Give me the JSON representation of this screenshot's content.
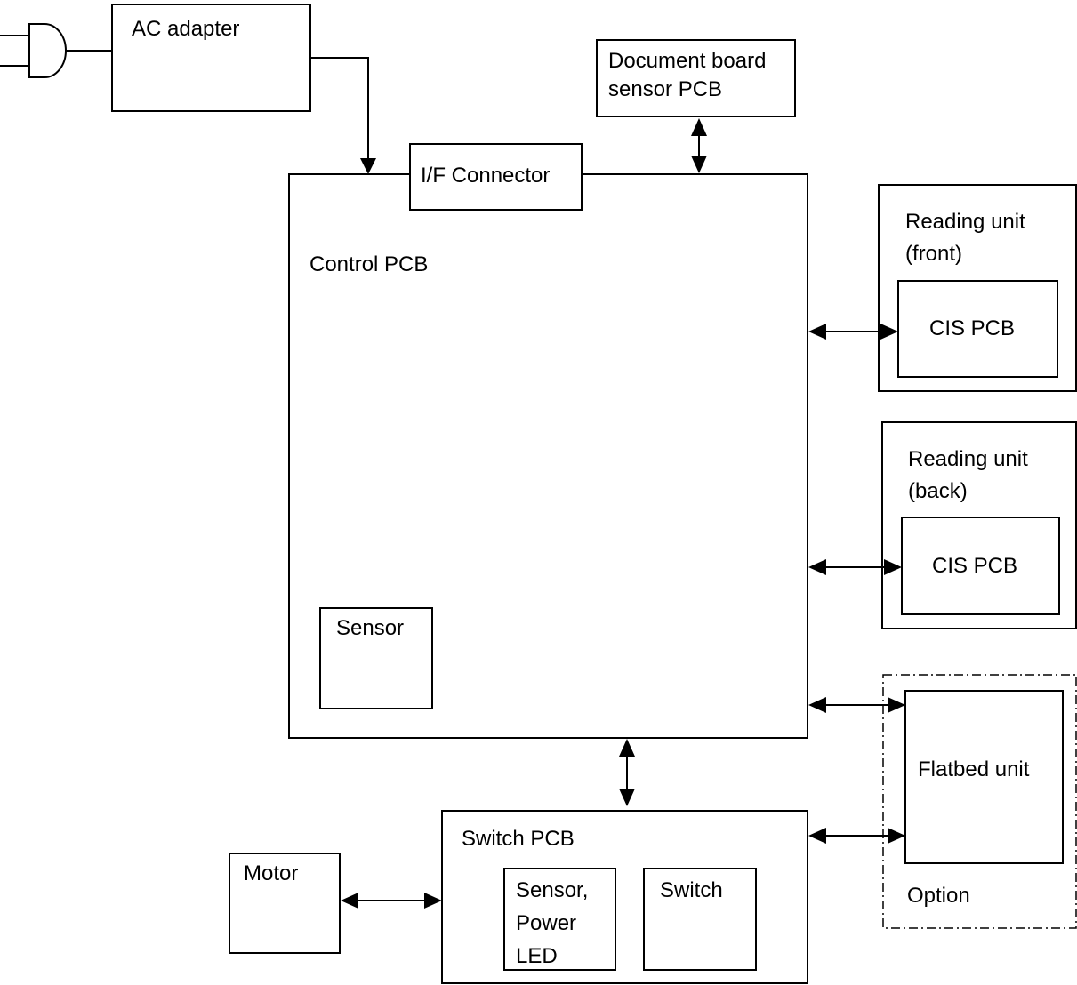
{
  "labels": {
    "ac_adapter": "AC adapter",
    "document_board_sensor_pcb_line1": "Document board",
    "document_board_sensor_pcb_line2": "sensor PCB",
    "if_connector": "I/F Connector",
    "control_pcb": "Control PCB",
    "sensor": "Sensor",
    "reading_unit_front_line1": "Reading unit",
    "reading_unit_front_line2": "(front)",
    "cis_pcb_front": "CIS PCB",
    "reading_unit_back_line1": "Reading unit",
    "reading_unit_back_line2": "(back)",
    "cis_pcb_back": "CIS PCB",
    "flatbed_unit": "Flatbed unit",
    "option": "Option",
    "switch_pcb": "Switch PCB",
    "sensor_power_led_line1": "Sensor,",
    "sensor_power_led_line2": "Power",
    "sensor_power_led_line3": "LED",
    "switch": "Switch",
    "motor": "Motor"
  }
}
